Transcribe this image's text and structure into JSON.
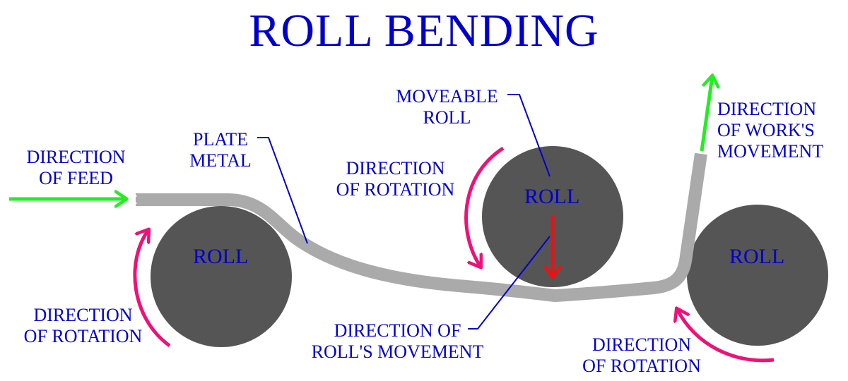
{
  "title": "ROLL BENDING",
  "colors": {
    "text": "#0000cc",
    "roll": "#555555",
    "plate": "#aaaaaa",
    "feed_arrow": "#22ee22",
    "rotation_arrow": "#ee1177",
    "movement_arrow": "#ee1111",
    "leader_line": "#0000cc",
    "background": "#ffffff"
  },
  "labels": {
    "direction_of_feed": [
      "DIRECTION",
      "OF FEED"
    ],
    "plate_metal": [
      "PLATE",
      "METAL"
    ],
    "moveable_roll": [
      "MOVEABLE",
      "ROLL"
    ],
    "rotation_left": [
      "DIRECTION",
      "OF ROTATION"
    ],
    "rotation_middle": [
      "DIRECTION",
      "OF ROTATION"
    ],
    "rotation_right": [
      "DIRECTION",
      "OF ROTATION"
    ],
    "rolls_movement": [
      "DIRECTION OF",
      "ROLL'S MOVEMENT"
    ],
    "works_movement": [
      "DIRECTION",
      "OF WORK'S",
      "MOVEMENT"
    ]
  },
  "rolls": {
    "left": "ROLL",
    "middle": "ROLL",
    "right": "ROLL"
  },
  "icons": {
    "feed": "arrow-right-icon",
    "work_movement": "arrow-up-icon",
    "roll_movement": "arrow-down-icon",
    "rotation": "curved-arrow-icon"
  }
}
